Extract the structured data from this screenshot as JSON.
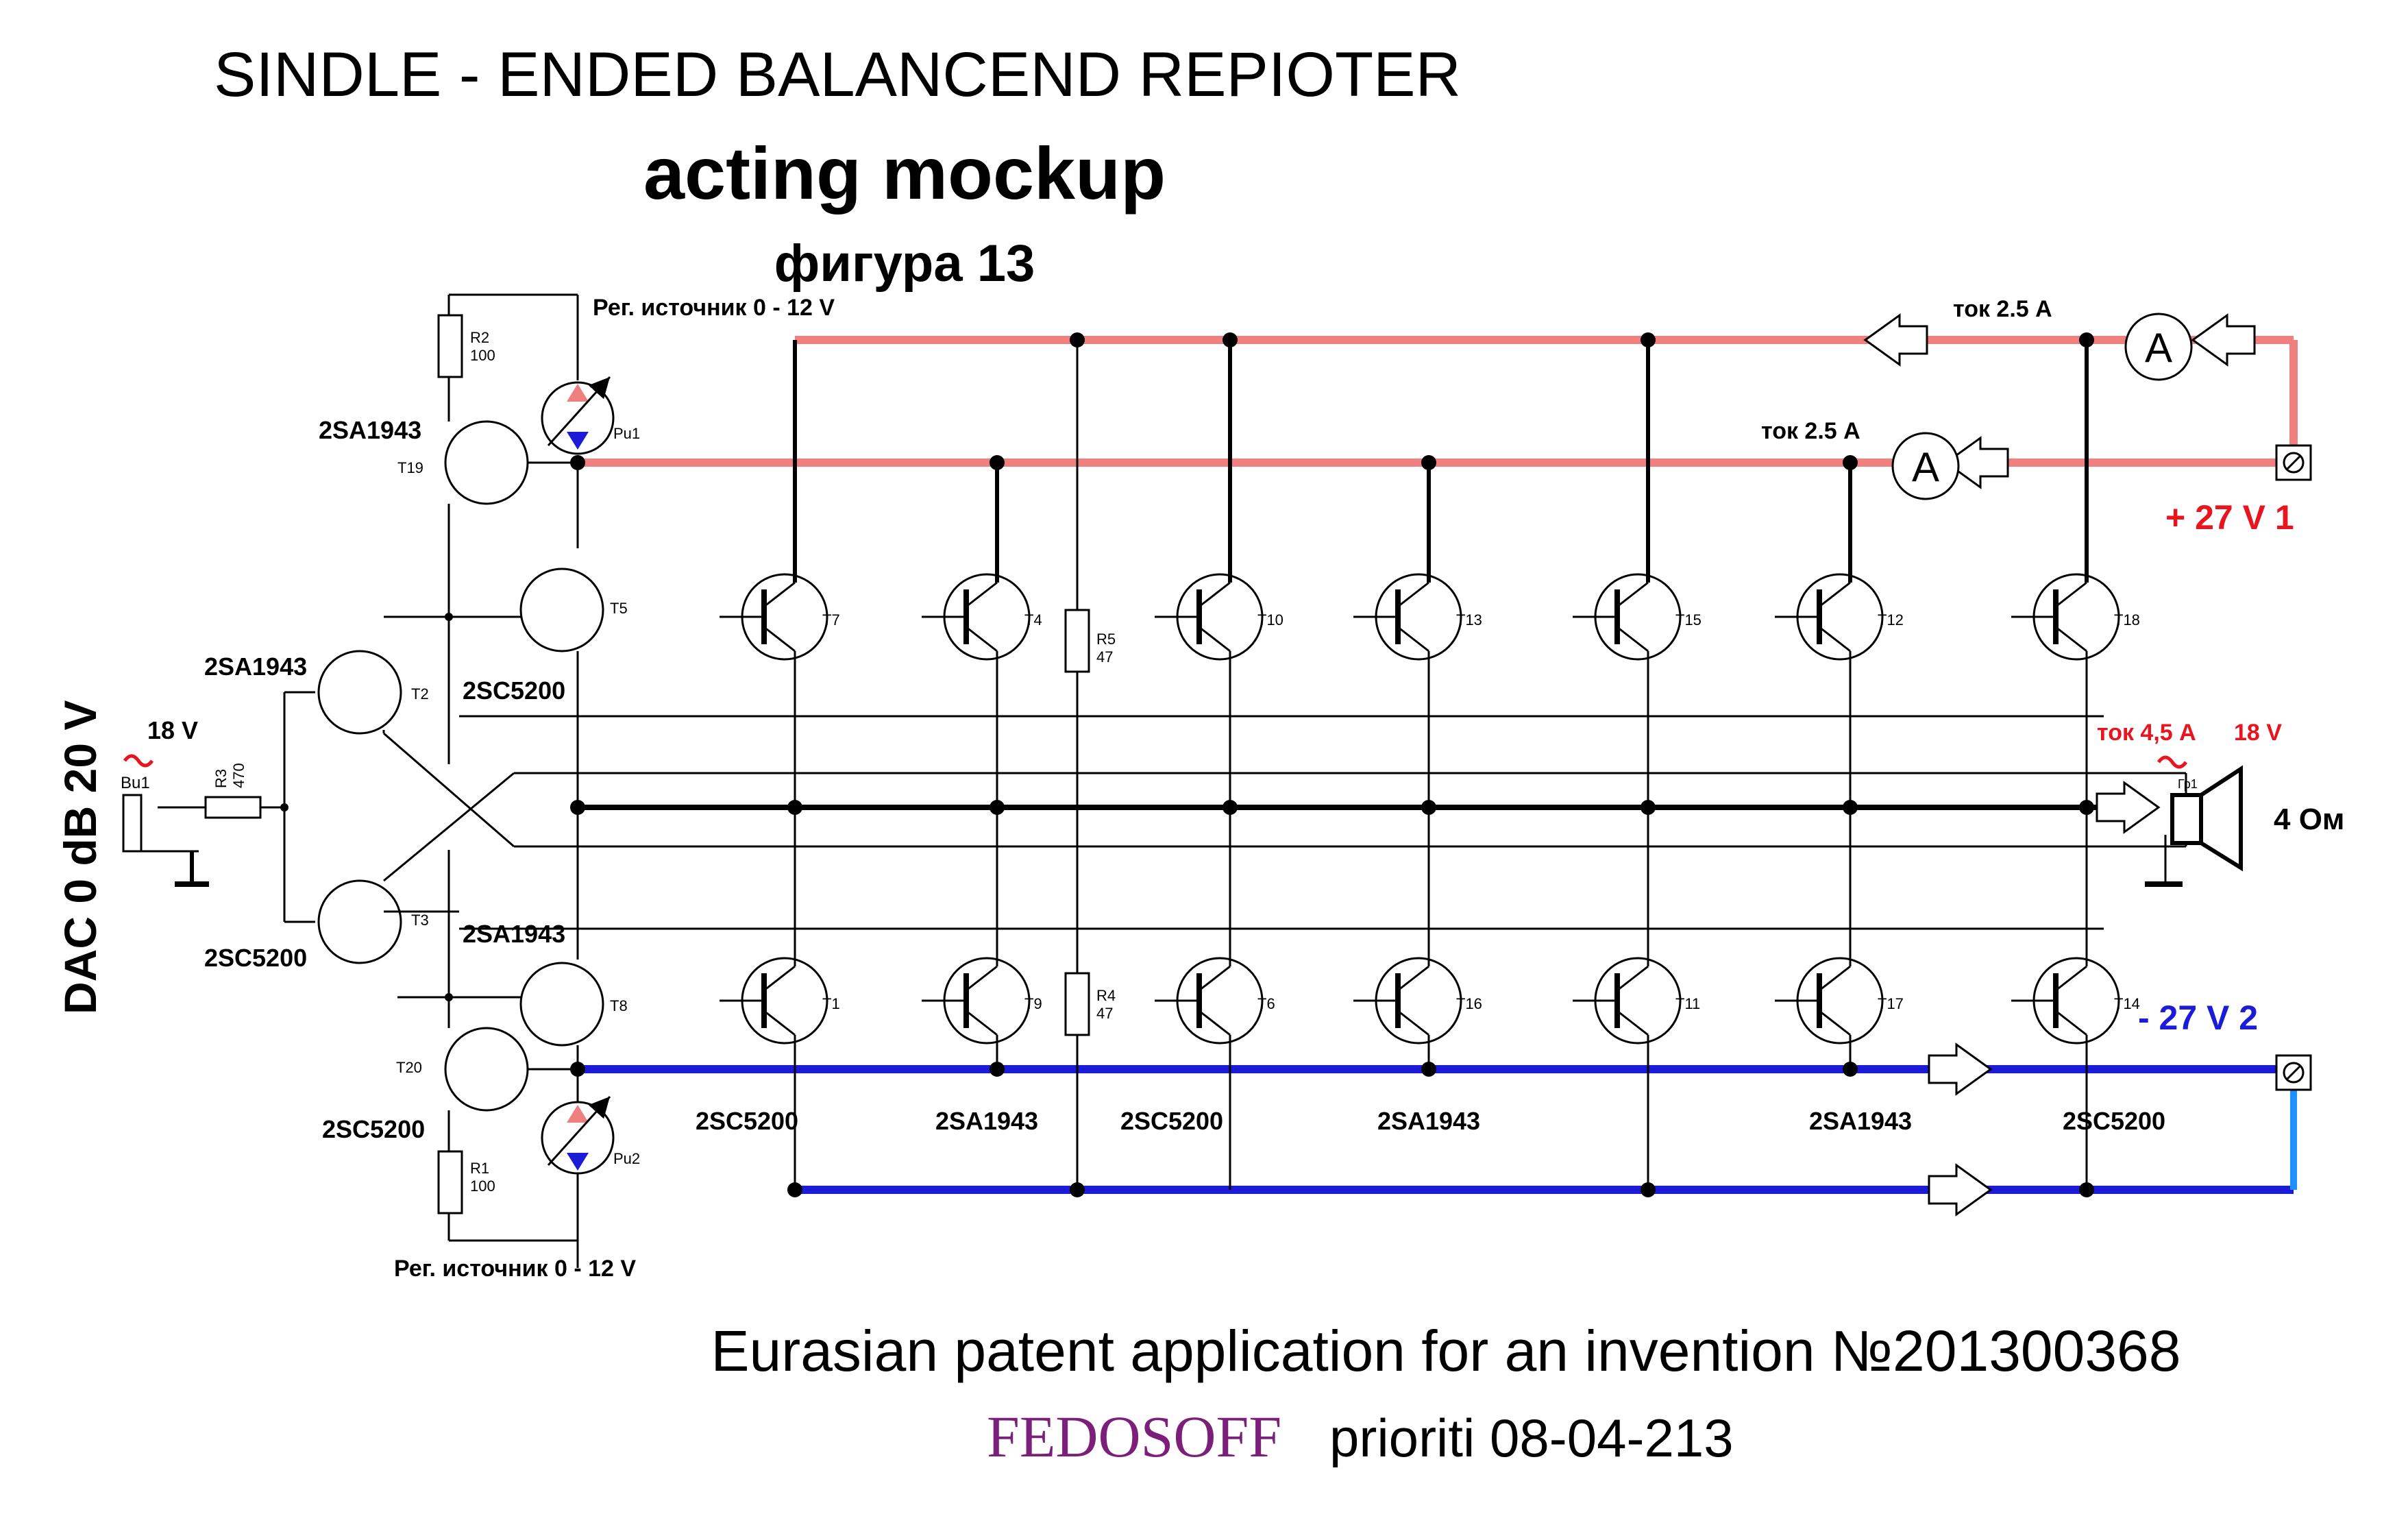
{
  "title": "SINDLE - ENDED BALANCEND REPIOTER",
  "subtitle": "acting mockup",
  "figure": "фигура 13",
  "footer": {
    "patent": "Eurasian patent application for an invention №201300368",
    "author": "FEDOSOFF",
    "priority": "prioriti 08-04-213"
  },
  "input": {
    "dac": "DAC 0 dB 20 V",
    "level": "18 V",
    "jack": "Bu1",
    "r3_name": "R3",
    "r3_value": "470"
  },
  "supply": {
    "pos": "+ 27 V 1",
    "neg": "- 27 V 2",
    "current_top": "ток 2.5 A",
    "current_mid": "ток 2.5 A",
    "meter_symbol": "A",
    "reg_top": "Рег. источник 0 - 12 V",
    "reg_bottom": "Рег. источник 0 - 12 V",
    "pu1": "Pu1",
    "pu2": "Pu2"
  },
  "speaker": {
    "current": "ток 4,5 A",
    "voltage": "18 V",
    "name": "Гр1",
    "impedance": "4 Ом"
  },
  "resistors": {
    "r2_name": "R2",
    "r2_value": "100",
    "r1_name": "R1",
    "r1_value": "100",
    "r5_name": "R5",
    "r5_value": "47",
    "r4_name": "R4",
    "r4_value": "47"
  },
  "transistors": {
    "t19": "T19",
    "t20": "T20",
    "t2": "T2",
    "t3": "T3",
    "t5": "T5",
    "t8": "T8",
    "upper": [
      "T7",
      "T4",
      "T10",
      "T13",
      "T15",
      "T12",
      "T18"
    ],
    "lower": [
      "T1",
      "T9",
      "T6",
      "T16",
      "T11",
      "T17",
      "T14"
    ]
  },
  "part_labels": {
    "t19": "2SA1943",
    "t2": "2SA1943",
    "t3": "2SC5200",
    "t5": "2SC5200",
    "t8": "2SA1943",
    "t20": "2SC5200",
    "bottom_row": [
      "2SC5200",
      "2SA1943",
      "2SC5200",
      "2SA1943",
      "2SA1943",
      "2SC5200"
    ]
  },
  "colors": {
    "positive_rail": "#f08080",
    "negative_rail": "#1c1cd8",
    "negative_feed": "#1e90ff",
    "red_text": "#e8141e",
    "blue_text": "#1c1cd8",
    "author": "#7b1f7b"
  }
}
